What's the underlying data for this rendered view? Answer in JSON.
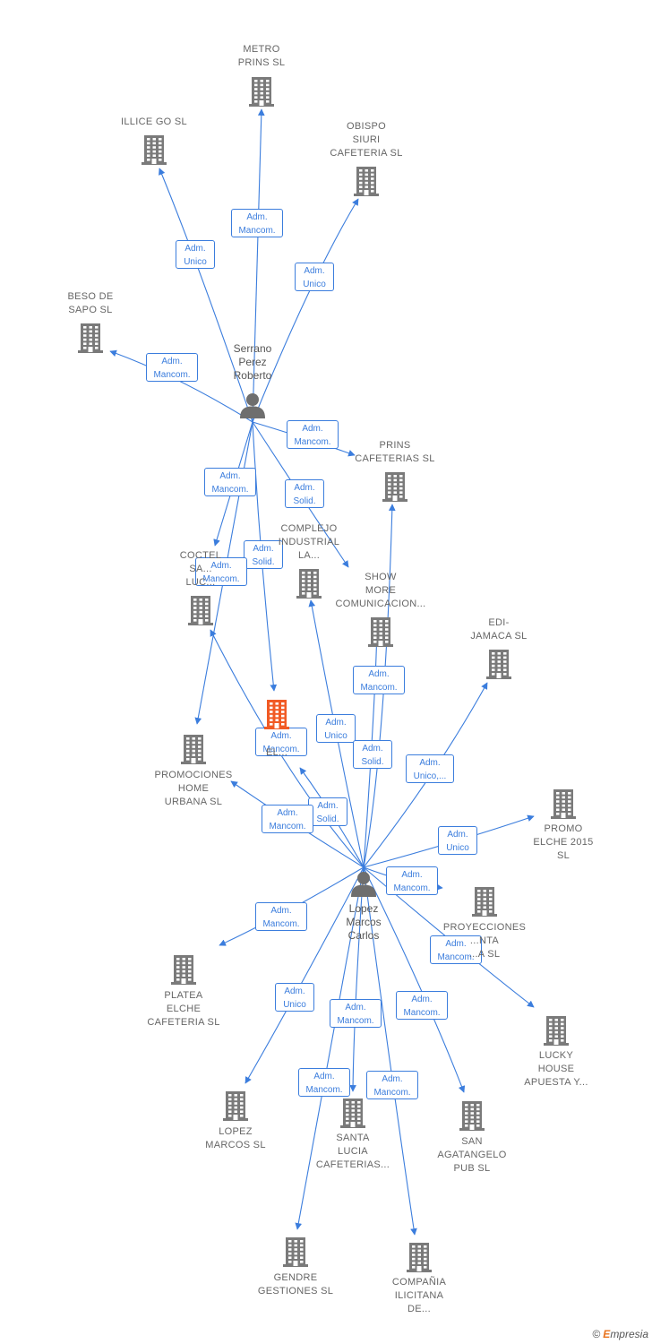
{
  "colors": {
    "edge": "#3b7ddd",
    "building": "#7a7a7a",
    "building_highlight": "#f15a24",
    "person": "#6e6e6e"
  },
  "persons": [
    {
      "id": "serrano",
      "icon": "person-icon",
      "label_lines": [
        "Serrano",
        "Perez",
        "Roberto"
      ]
    },
    {
      "id": "lopez",
      "icon": "person-icon",
      "label_lines": [
        "Lopez",
        "Marcos",
        "Carlos"
      ]
    }
  ],
  "companies": [
    {
      "id": "metro",
      "label_lines": [
        "METRO",
        "PRINS  SL"
      ]
    },
    {
      "id": "illice",
      "label_lines": [
        "ILLICE GO  SL"
      ]
    },
    {
      "id": "obispo",
      "label_lines": [
        "OBISPO",
        "SIURI",
        "CAFETERIA  SL"
      ]
    },
    {
      "id": "beso",
      "label_lines": [
        "BESO DE",
        "SAPO  SL"
      ]
    },
    {
      "id": "prins",
      "label_lines": [
        "PRINS",
        "CAFETERIAS SL"
      ]
    },
    {
      "id": "complejo",
      "label_lines": [
        "COMPLEJO",
        "INDUSTRIAL",
        "LA..."
      ]
    },
    {
      "id": "coctel",
      "label_lines": [
        "COCTEL",
        "SA...",
        "LUC..."
      ]
    },
    {
      "id": "show",
      "label_lines": [
        "SHOW",
        "MORE",
        "COMUNICACION..."
      ]
    },
    {
      "id": "edi",
      "label_lines": [
        "EDI-",
        "JAMACA SL"
      ]
    },
    {
      "id": "center",
      "highlight": true,
      "label_lines": [
        "EL..."
      ]
    },
    {
      "id": "promociones",
      "label_lines": [
        "PROMOCIONES",
        "HOME",
        "URBANA  SL"
      ]
    },
    {
      "id": "promo2015",
      "label_lines": [
        "PROMO",
        "ELCHE 2015",
        "SL"
      ]
    },
    {
      "id": "proyecciones",
      "label_lines": [
        "PROYECCIONES",
        "...NTA",
        "...A  SL"
      ]
    },
    {
      "id": "platea",
      "label_lines": [
        "PLATEA",
        "ELCHE",
        "CAFETERIA  SL"
      ]
    },
    {
      "id": "lucky",
      "label_lines": [
        "LUCKY",
        "HOUSE",
        "APUESTA Y..."
      ]
    },
    {
      "id": "lopezsl",
      "label_lines": [
        "LOPEZ",
        "MARCOS SL"
      ]
    },
    {
      "id": "santa",
      "label_lines": [
        "SANTA",
        "LUCIA",
        "CAFETERIAS..."
      ]
    },
    {
      "id": "sanagat",
      "label_lines": [
        "SAN",
        "AGATANGELO",
        "PUB  SL"
      ]
    },
    {
      "id": "gendre",
      "label_lines": [
        "GENDRE",
        "GESTIONES SL"
      ]
    },
    {
      "id": "compania",
      "label_lines": [
        "COMPAÑIA",
        "ILICITANA",
        "DE..."
      ]
    }
  ],
  "edges": [
    {
      "from": "serrano",
      "to": "metro",
      "role_lines": [
        "Adm.",
        "Mancom."
      ]
    },
    {
      "from": "serrano",
      "to": "illice",
      "role_lines": [
        "Adm.",
        "Unico"
      ]
    },
    {
      "from": "serrano",
      "to": "obispo",
      "role_lines": [
        "Adm.",
        "Unico"
      ]
    },
    {
      "from": "serrano",
      "to": "beso",
      "role_lines": [
        "Adm.",
        "Mancom."
      ]
    },
    {
      "from": "serrano",
      "to": "prins",
      "role_lines": [
        "Adm.",
        "Mancom."
      ]
    },
    {
      "from": "serrano",
      "to": "complejo",
      "role_lines": [
        "Adm.",
        "Solid."
      ]
    },
    {
      "from": "serrano",
      "to": "coctel",
      "role_lines": [
        "Adm.",
        "Mancom."
      ]
    },
    {
      "from": "serrano",
      "to": "center",
      "role_lines": [
        "Adm.",
        "Solid."
      ]
    },
    {
      "from": "serrano",
      "to": "promociones",
      "role_lines": [
        "Adm.",
        "Mancom."
      ]
    },
    {
      "from": "lopez",
      "to": "complejo",
      "role_lines": [
        "Adm.",
        "Unico"
      ]
    },
    {
      "from": "lopez",
      "to": "show",
      "role_lines": [
        "Adm.",
        "Mancom."
      ]
    },
    {
      "from": "lopez",
      "to": "prins",
      "role_lines": [
        "Adm.",
        "Solid."
      ]
    },
    {
      "from": "lopez",
      "to": "edi",
      "role_lines": [
        "Adm.",
        "Unico,..."
      ]
    },
    {
      "from": "lopez",
      "to": "coctel",
      "role_lines": [
        "Adm.",
        "Mancom."
      ]
    },
    {
      "from": "lopez",
      "to": "center",
      "role_lines": [
        "Adm.",
        "Solid."
      ]
    },
    {
      "from": "lopez",
      "to": "promociones",
      "role_lines": [
        "Adm.",
        "Mancom."
      ]
    },
    {
      "from": "lopez",
      "to": "promo2015",
      "role_lines": [
        "Adm.",
        "Unico"
      ]
    },
    {
      "from": "lopez",
      "to": "proyecciones",
      "role_lines": [
        "Adm.",
        "Mancom."
      ]
    },
    {
      "from": "lopez",
      "to": "platea",
      "role_lines": [
        "Adm.",
        "Mancom."
      ]
    },
    {
      "from": "lopez",
      "to": "lucky",
      "role_lines": [
        "Adm.",
        "Mancom."
      ]
    },
    {
      "from": "lopez",
      "to": "lopezsl",
      "role_lines": [
        "Adm.",
        "Unico"
      ]
    },
    {
      "from": "lopez",
      "to": "santa",
      "role_lines": [
        "Adm.",
        "Mancom."
      ]
    },
    {
      "from": "lopez",
      "to": "sanagat",
      "role_lines": [
        "Adm.",
        "Mancom."
      ]
    },
    {
      "from": "lopez",
      "to": "gendre",
      "role_lines": [
        "Adm.",
        "Mancom."
      ]
    },
    {
      "from": "lopez",
      "to": "compania",
      "role_lines": [
        "Adm.",
        "Mancom."
      ]
    }
  ],
  "watermark": {
    "symbol": "©",
    "brand_initial": "E",
    "brand_rest": "mpresia"
  }
}
